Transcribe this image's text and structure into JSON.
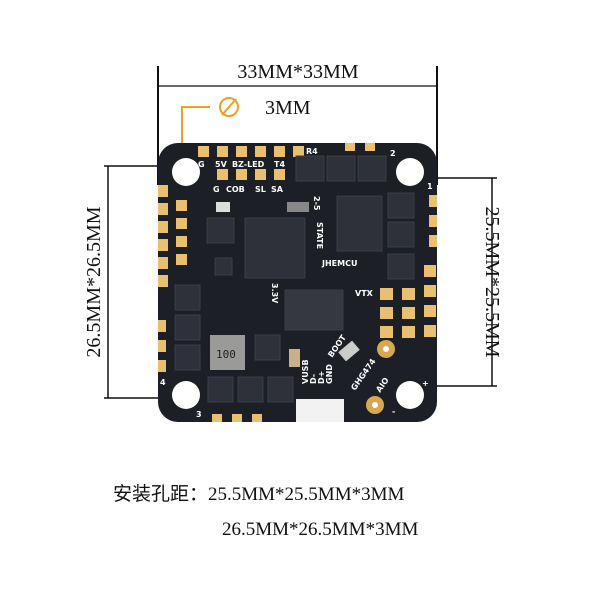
{
  "dimensions": {
    "width_label": "33MM*33MM",
    "hole_diameter_label": "3MM",
    "left_label": "26.5MM*26.5MM",
    "right_label": "25.5MM*25.5MM"
  },
  "board": {
    "brand": "JHEMCU",
    "model": "GHG474",
    "type": "AIO",
    "labels_top": [
      "G",
      "5V",
      "BZ-LED",
      "T4",
      "R4"
    ],
    "labels_second": [
      "G",
      "COB",
      "SL",
      "SA"
    ],
    "corner_numbers": [
      "1",
      "2",
      "3",
      "4"
    ],
    "status": "STATE",
    "bec": "2-5",
    "voltage": "3.3V",
    "vtx": "VTX",
    "inductor": "100",
    "boot": "BOOT",
    "usb_pins": [
      "VUSB",
      "D-",
      "D+",
      "GND"
    ],
    "plus": "+",
    "minus": "-"
  },
  "notes": {
    "mount_label": "安装孔距：",
    "mount_1": "25.5MM*25.5MM*3MM",
    "mount_2": "26.5MM*26.5MM*3MM"
  },
  "colors": {
    "leader": "#f0a020",
    "pcb": "#1c1f26",
    "pad": "#e8c070"
  }
}
